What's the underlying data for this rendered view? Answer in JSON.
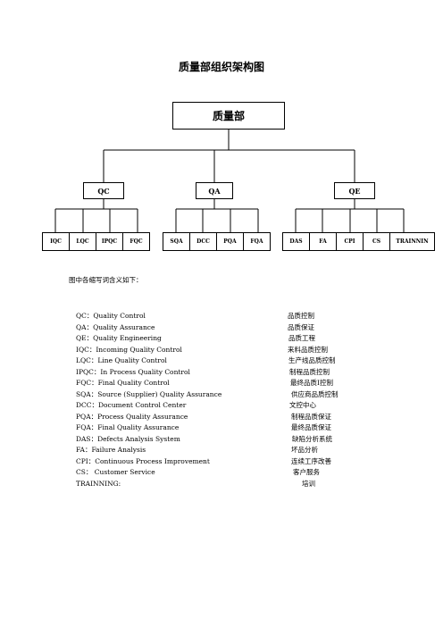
{
  "title": "质量部组织架构图",
  "root": "质量部",
  "departments": [
    {
      "label": "QC",
      "children": [
        "IQC",
        "LQC",
        "IPQC",
        "FQC"
      ]
    },
    {
      "label": "QA",
      "children": [
        "SQA",
        "DCC",
        "PQA",
        "FQA"
      ]
    },
    {
      "label": "QE",
      "children": [
        "DAS",
        "FA",
        "CPI",
        "CS",
        "TRAINNIN"
      ]
    }
  ],
  "legend_intro": "图中各缩写词含义如下：",
  "legend": [
    {
      "abbr": "QC：Quality Control",
      "zh": "品质控制"
    },
    {
      "abbr": "QA：Quality Assurance",
      "zh": "品质保证"
    },
    {
      "abbr": "QE：Quality Engineering",
      "zh": "品质工程"
    },
    {
      "abbr": "IQC：Incoming    Quality Control",
      "zh": "来料品质控制"
    },
    {
      "abbr": "LQC：Line Quality Control",
      "zh": "生产线品质控制"
    },
    {
      "abbr": "IPQC：In Process Quality Control",
      "zh": "制程品质控制"
    },
    {
      "abbr": "FQC：Final Quality Control",
      "zh": "最终品质Ⅰ控制"
    },
    {
      "abbr": "SQA：Source (Supplier) Quality Assurance",
      "zh": "供应商品质控制"
    },
    {
      "abbr": "DCC：Document Control Center",
      "zh": "文控中心"
    },
    {
      "abbr": "PQA：Process Quality Assurance",
      "zh": "制程品质保证"
    },
    {
      "abbr": "FQA：Final Quality Assurance",
      "zh": "最终品质保证"
    },
    {
      "abbr": "DAS：Defects Analysis System",
      "zh": "缺陷分析系统"
    },
    {
      "abbr": "FA：Failure Analysis",
      "zh": "坏品分析"
    },
    {
      "abbr": "CPI：Continuous Process Improvement",
      "zh": "连续工序改善"
    },
    {
      "abbr": "CS：   Customer Service",
      "zh": "客户服务"
    },
    {
      "abbr": "TRAINNING:",
      "zh": "培训"
    }
  ]
}
